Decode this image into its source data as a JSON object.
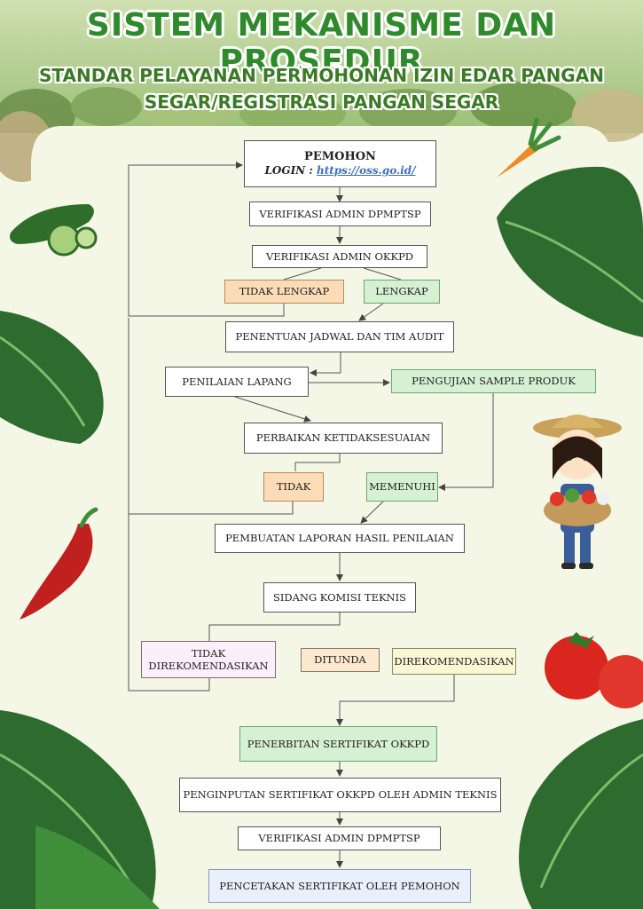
{
  "header": {
    "title": "SISTEM MEKANISME DAN PROSEDUR",
    "subtitle_line1": "STANDAR PELAYANAN PERMOHONAN IZIN EDAR PANGAN",
    "subtitle_line2": "SEGAR/REGISTRASI PANGAN SEGAR"
  },
  "flow": {
    "pemohon": {
      "title": "PEMOHON",
      "login_label": "LOGIN :",
      "login_link": "https://oss.go.id/"
    },
    "verifikasi_dpmptsp": "VERIFIKASI ADMIN DPMPTSP",
    "verifikasi_okkpd": "VERIFIKASI ADMIN OKKPD",
    "tidak_lengkap": "TIDAK LENGKAP",
    "lengkap": "LENGKAP",
    "penentuan_jadwal": "PENENTUAN JADWAL DAN TIM AUDIT",
    "penilaian_lapang": "PENILAIAN LAPANG",
    "pengujian_sample": "PENGUJIAN SAMPLE PRODUK",
    "perbaikan": "PERBAIKAN KETIDAKSESUAIAN",
    "tidak": "TIDAK",
    "memenuhi": "MEMENUHI",
    "pembuatan_laporan": "PEMBUATAN LAPORAN HASIL PENILAIAN",
    "sidang": "SIDANG KOMISI TEKNIS",
    "tidak_direkomendasikan_1": "TIDAK",
    "tidak_direkomendasikan_2": "DIREKOMENDASIKAN",
    "ditunda": "DITUNDA",
    "direkomendasikan": "DIREKOMENDASIKAN",
    "penerbitan": "PENERBITAN SERTIFIKAT OKKPD",
    "penginputan": "PENGINPUTAN SERTIFIKAT OKKPD OLEH ADMIN TEKNIS",
    "verifikasi_dpmptsp_2": "VERIFIKASI ADMIN DPMPTSP",
    "pencetakan": "PENCETAKAN SERTIFIKAT OLEH PEMOHON"
  },
  "colors": {
    "title_green": "#2f8a2c",
    "box_green": "#d5f0d2",
    "box_orange": "#fbdcb6",
    "leaf_dark": "#2e6b2e",
    "leaf_mid": "#3f8f3a"
  }
}
